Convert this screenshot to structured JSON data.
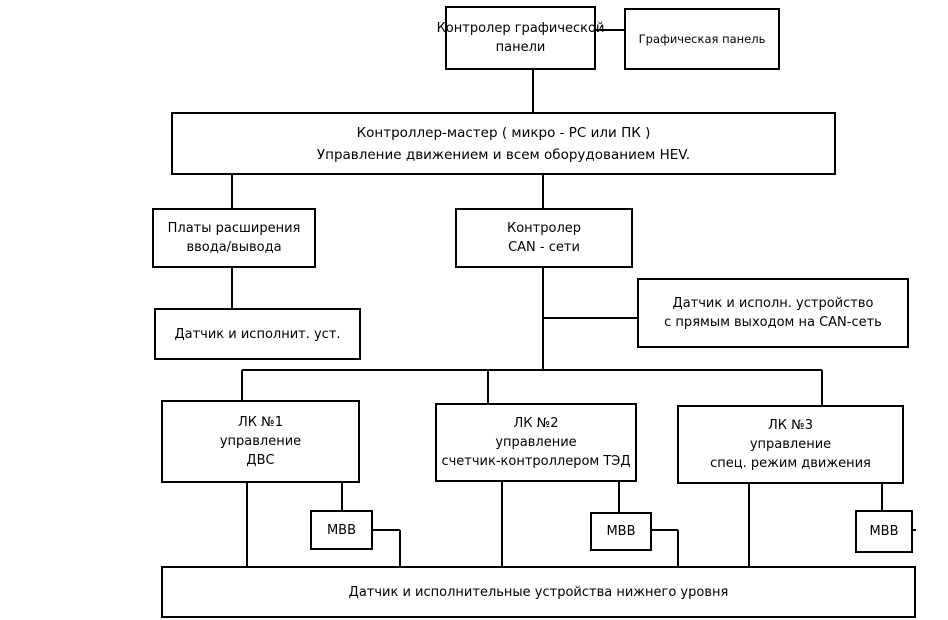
{
  "diagram": {
    "graphic_controller": {
      "line1": "Контролер графической",
      "line2": "панели"
    },
    "graphic_panel": {
      "line1": "Графическая панель"
    },
    "master": {
      "line1": "Контроллер-мастер ( микро - РС или ПК )",
      "line2": "Управление движением и всем оборудованием HEV."
    },
    "io_boards": {
      "line1": "Платы расширения",
      "line2": "ввода/вывода"
    },
    "can_controller": {
      "line1": "Контролер",
      "line2": "CAN - сети"
    },
    "can_device": {
      "line1": "Датчик и исполн. устройство",
      "line2": "с прямым выходом на CAN-сеть"
    },
    "io_sensor": {
      "line1": "Датчик и исполнит. уст."
    },
    "lk1": {
      "line1": "ЛК №1",
      "line2": "управление",
      "line3": "ДВС"
    },
    "lk2": {
      "line1": "ЛК №2",
      "line2": "управление",
      "line3": "счетчик-контроллером ТЭД"
    },
    "lk3": {
      "line1": "ЛК №3",
      "line2": "управление",
      "line3": "спец. режим движения"
    },
    "mvv1": {
      "line1": "МВВ"
    },
    "mvv2": {
      "line1": "МВВ"
    },
    "mvv3": {
      "line1": "МВВ"
    },
    "bottom": {
      "line1": "Датчик и исполнительные устройства нижнего уровня"
    }
  }
}
